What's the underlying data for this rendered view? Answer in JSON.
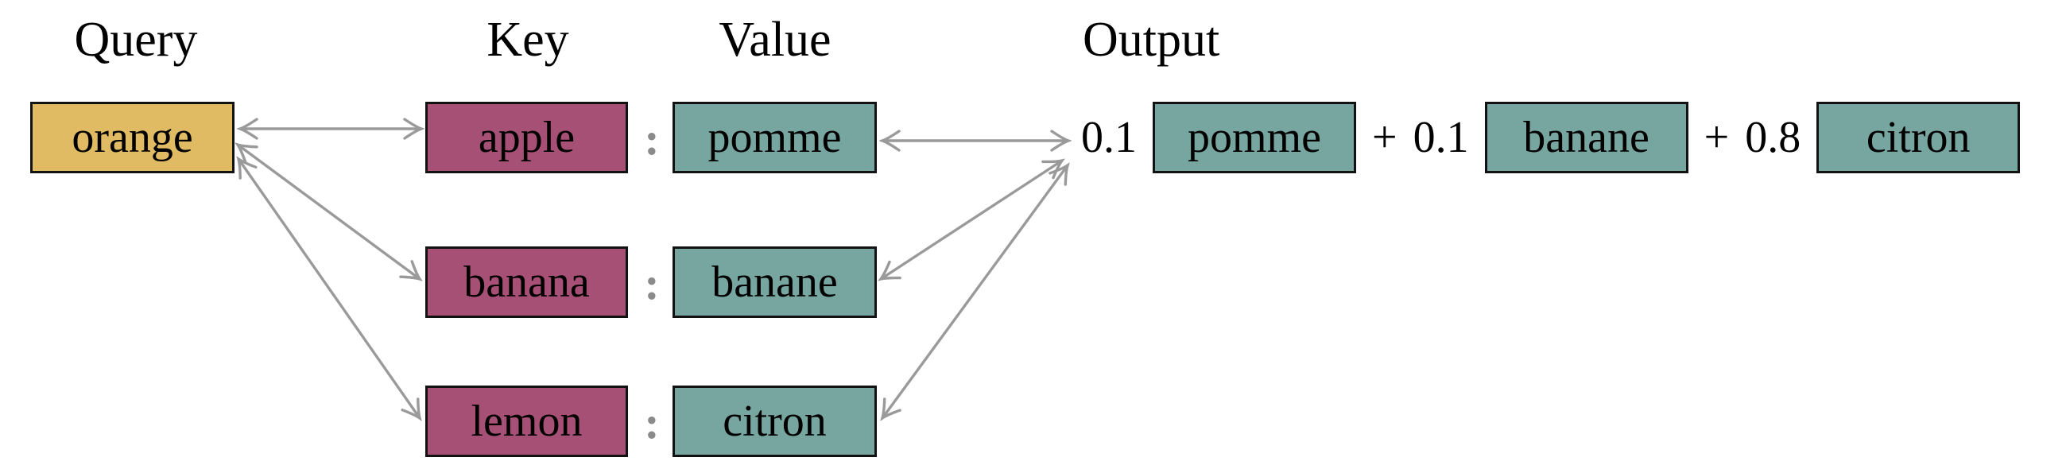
{
  "headers": {
    "query": "Query",
    "key": "Key",
    "value": "Value",
    "output": "Output"
  },
  "query": {
    "label": "orange"
  },
  "kv_pairs": [
    {
      "key": "apple",
      "separator": ":",
      "value": "pomme"
    },
    {
      "key": "banana",
      "separator": ":",
      "value": "banane"
    },
    {
      "key": "lemon",
      "separator": ":",
      "value": "citron"
    }
  ],
  "output": {
    "terms": [
      {
        "plus": "",
        "weight": "0.1",
        "value": "pomme"
      },
      {
        "plus": "+",
        "weight": "0.1",
        "value": "banane"
      },
      {
        "plus": "+",
        "weight": "0.8",
        "value": "citron"
      }
    ]
  },
  "colors": {
    "query_box": "#E1BB63",
    "key_box": "#A65076",
    "value_box": "#77A5A0",
    "box_border": "#121212",
    "arrow": "#9A9A9A",
    "colon": "#8A8A8A",
    "text": "#000000",
    "background": "#FFFFFF"
  }
}
